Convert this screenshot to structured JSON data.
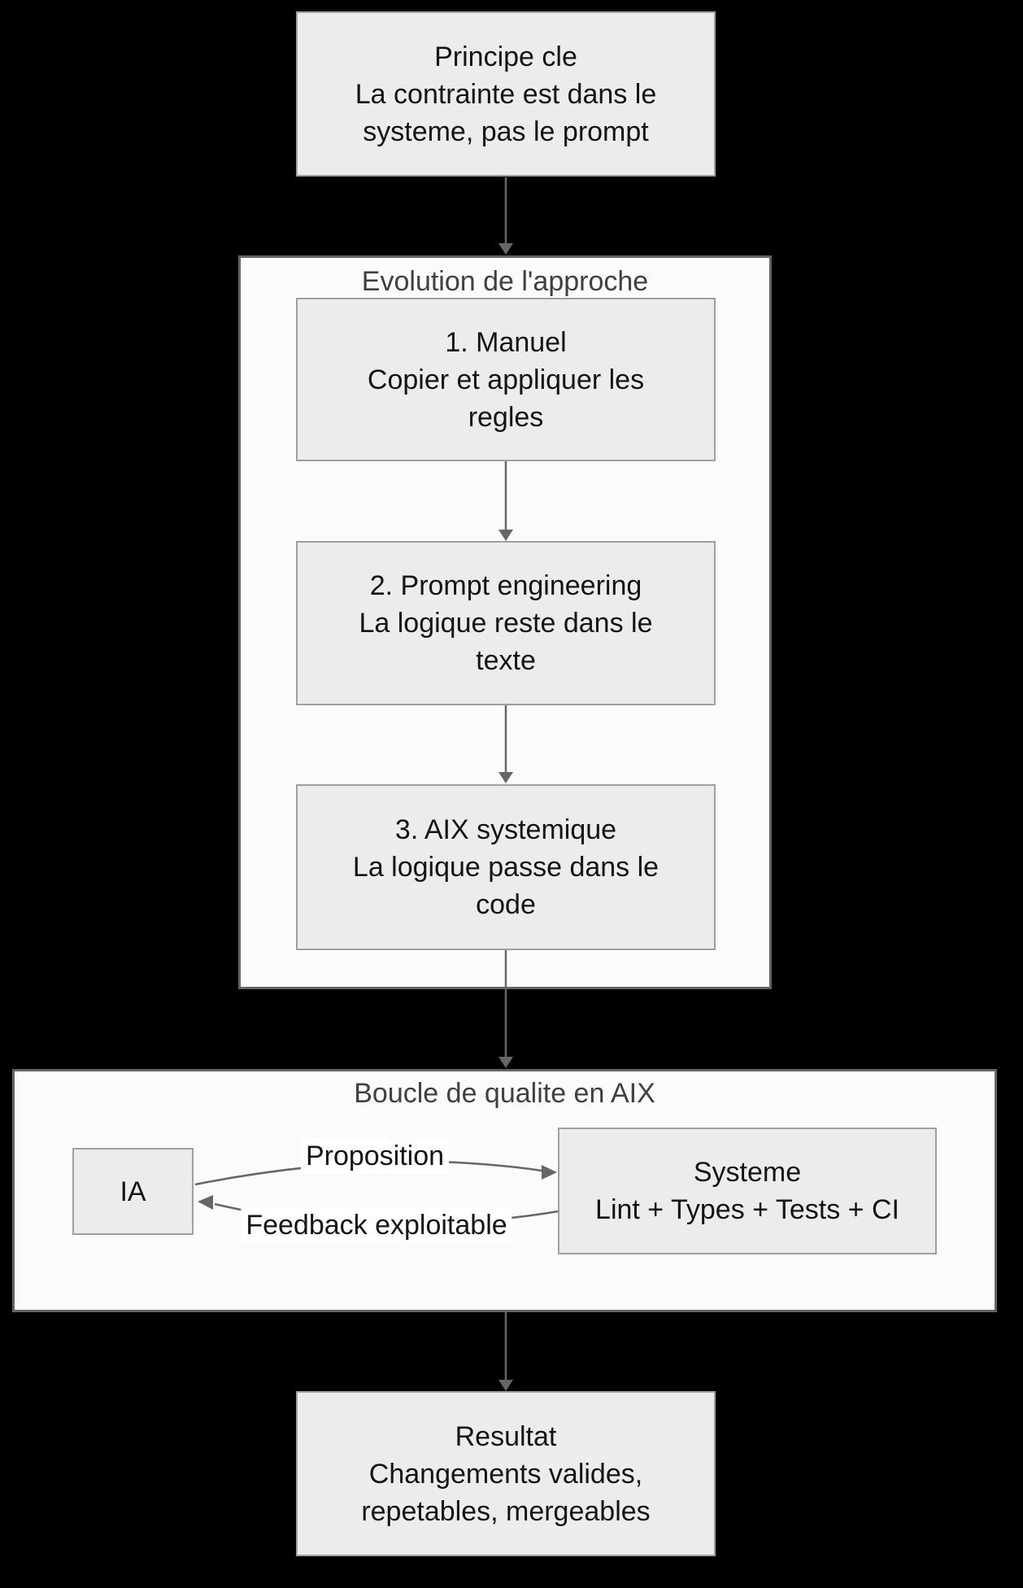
{
  "diagram": {
    "principle": {
      "lines": [
        "Principe cle",
        "La contrainte est dans le",
        "systeme, pas le prompt"
      ]
    },
    "evolution": {
      "title": "Evolution de l'approche",
      "steps": [
        {
          "lines": [
            "1. Manuel",
            "Copier et appliquer les",
            "regles"
          ]
        },
        {
          "lines": [
            "2. Prompt engineering",
            "La logique reste dans le",
            "texte"
          ]
        },
        {
          "lines": [
            "3. AIX systemique",
            "La logique passe dans le",
            "code"
          ]
        }
      ]
    },
    "loop": {
      "title": "Boucle de qualite en AIX",
      "ia_label": "IA",
      "system": {
        "lines": [
          "Systeme",
          "Lint + Types + Tests + CI"
        ]
      },
      "edge_labels": {
        "proposition": "Proposition",
        "feedback": "Feedback exploitable"
      }
    },
    "result": {
      "lines": [
        "Resultat",
        "Changements valides,",
        "repetables, mergeables"
      ]
    },
    "colors": {
      "canvas_bg": "#000000",
      "node_fill": "#ececec",
      "node_border": "#a0a0a0",
      "container_fill": "#fbfbfb",
      "container_border": "#636363",
      "edge": "#666666",
      "node_text": "#141414",
      "container_title": "#404040",
      "edge_label_bg": "#ffffff"
    }
  }
}
